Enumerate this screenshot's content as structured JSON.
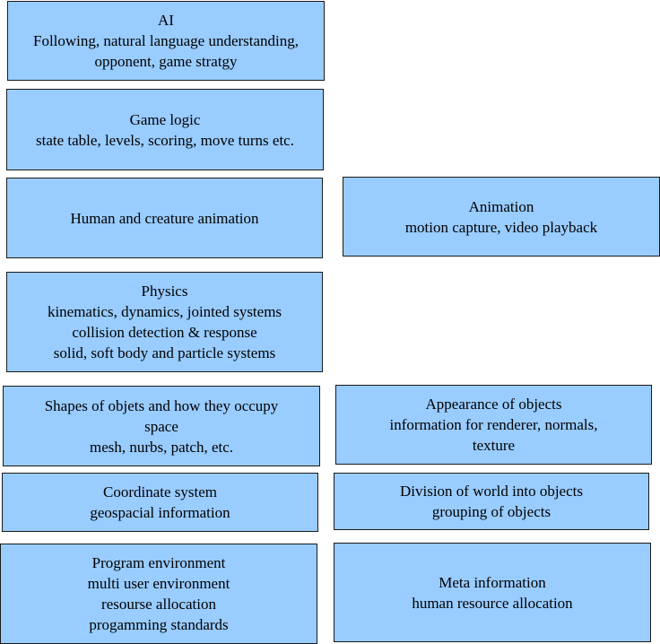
{
  "colors": {
    "box_fill": "#99ccff",
    "box_border": "#1a1a1a",
    "text": "#000000",
    "background": "#ffffff"
  },
  "boxes": {
    "ai": {
      "lines": [
        "AI",
        "Following, natural language understanding,",
        "opponent, game stratgy"
      ]
    },
    "game_logic": {
      "lines": [
        "Game logic",
        "state table, levels, scoring, move turns etc."
      ]
    },
    "human_animation": {
      "lines": [
        "Human and creature animation"
      ]
    },
    "animation": {
      "lines": [
        "Animation",
        "motion capture, video playback"
      ]
    },
    "physics": {
      "lines": [
        "Physics",
        "kinematics, dynamics, jointed systems",
        "collision detection & response",
        "solid, soft body and particle systems"
      ]
    },
    "shapes": {
      "lines": [
        "Shapes of objets and how they  occupy",
        "space",
        "mesh, nurbs, patch, etc."
      ]
    },
    "appearance": {
      "lines": [
        "Appearance of objects",
        "information for renderer, normals,",
        "texture"
      ]
    },
    "coordinate": {
      "lines": [
        "Coordinate system",
        "geospacial information"
      ]
    },
    "division": {
      "lines": [
        "Division of world into objects",
        "grouping of objects"
      ]
    },
    "program_env": {
      "lines": [
        "Program environment",
        "multi user environment",
        "resourse allocation",
        "progamming standards"
      ]
    },
    "meta": {
      "lines": [
        "Meta information",
        "human resource allocation"
      ]
    }
  }
}
